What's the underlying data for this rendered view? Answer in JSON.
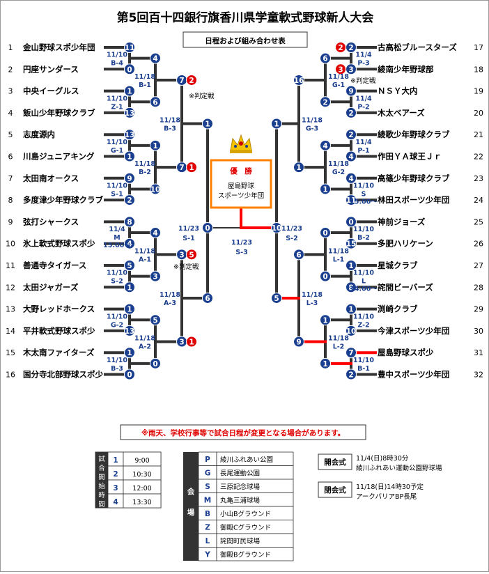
{
  "title": "第5回百十四銀行旗香川県学童軟式野球新人大会",
  "subtitle": "日程および組み合わせ表",
  "left_teams": [
    {
      "no": "1",
      "name": "金山野球スポ少年団"
    },
    {
      "no": "2",
      "name": "円座サンダース"
    },
    {
      "no": "3",
      "name": "中央イーグルス"
    },
    {
      "no": "4",
      "name": "飯山少年野球クラブ"
    },
    {
      "no": "5",
      "name": "志度源内"
    },
    {
      "no": "6",
      "name": "川島ジュニアキング"
    },
    {
      "no": "7",
      "name": "太田南オークス"
    },
    {
      "no": "8",
      "name": "多度津少年野球クラブ"
    },
    {
      "no": "9",
      "name": "弦打シャークス"
    },
    {
      "no": "10",
      "name": "氷上軟式野球スポ少"
    },
    {
      "no": "11",
      "name": "善通寺タイガース"
    },
    {
      "no": "12",
      "name": "太田ジャガーズ"
    },
    {
      "no": "13",
      "name": "大野レッドホークス"
    },
    {
      "no": "14",
      "name": "平井軟式野球スポ少"
    },
    {
      "no": "15",
      "name": "木太南ファイターズ"
    },
    {
      "no": "16",
      "name": "国分寺北部野球スポ少"
    }
  ],
  "right_teams": [
    {
      "no": "17",
      "name": "古高松ブルースターズ"
    },
    {
      "no": "18",
      "name": "綾南少年野球部"
    },
    {
      "no": "19",
      "name": "ＮＳＹ大内"
    },
    {
      "no": "20",
      "name": "木太ベアーズ"
    },
    {
      "no": "21",
      "name": "綾歌少年野球クラブ"
    },
    {
      "no": "22",
      "name": "作田ＹＡ球王Ｊｒ"
    },
    {
      "no": "23",
      "name": "高篠少年野球クラブ"
    },
    {
      "no": "24",
      "name": "林田スポーツ少年団"
    },
    {
      "no": "25",
      "name": "神前ジョーズ"
    },
    {
      "no": "26",
      "name": "多肥ハリケーン"
    },
    {
      "no": "27",
      "name": "星城クラブ"
    },
    {
      "no": "28",
      "name": "詫間ビーバーズ"
    },
    {
      "no": "29",
      "name": "渕崎クラブ"
    },
    {
      "no": "30",
      "name": "今津スポーツ少年団"
    },
    {
      "no": "31",
      "name": "屋島野球スポ少"
    },
    {
      "no": "32",
      "name": "豊中スポーツ少年団"
    }
  ],
  "left_r1_scores": [
    "11",
    "0",
    "1",
    "13",
    "13",
    "1",
    "9",
    "2",
    "8",
    "4",
    "5",
    "1",
    "1",
    "13",
    "1",
    "0"
  ],
  "right_r1_scores": [
    "2",
    "3",
    "9",
    "2",
    "2",
    "4",
    "4",
    "11",
    "0",
    "15",
    "1",
    "8",
    "1",
    "10",
    "7",
    "2"
  ],
  "left_r1_meta": [
    [
      "11/10",
      "B-4"
    ],
    [
      "11/10",
      "Z-1"
    ],
    [
      "11/10",
      "G-1"
    ],
    [
      "11/10",
      "S-1"
    ],
    [
      "11/4",
      "M",
      "15:00～"
    ],
    [
      "11/10",
      "S-2"
    ],
    [
      "11/10",
      "G-2"
    ],
    [
      "11/10",
      "B-3"
    ]
  ],
  "right_r1_meta": [
    [
      "11/4",
      "P-3"
    ],
    [
      "11/4",
      "P-2"
    ],
    [
      "11/4",
      "P-1"
    ],
    [
      "11/10",
      "S",
      "15:00～"
    ],
    [
      "11/10",
      "B-2"
    ],
    [
      "11/10",
      "L",
      "14:00～"
    ],
    [
      "11/10",
      "Z-2"
    ],
    [
      "11/10",
      "B-1"
    ]
  ],
  "left_r2_scores": [
    "4",
    "6",
    "3",
    "4",
    "1",
    "10",
    "2",
    "3",
    "4",
    "3",
    "5",
    "3",
    "5",
    "0",
    "0",
    "2"
  ],
  "right_r2_scores": [
    "6",
    "2",
    "1",
    "6",
    "4",
    "1",
    "6",
    "5",
    "0",
    "0",
    "4",
    "0",
    "1",
    "1",
    "4",
    "5"
  ],
  "left_r2_meta": [
    [
      "11/18",
      "B-1"
    ],
    [
      "11/18",
      "B-2"
    ],
    [
      "11/18",
      "A-1"
    ],
    [
      "11/18",
      "A-2"
    ]
  ],
  "right_r2_meta": [
    [
      "11/18",
      "G-1"
    ],
    [
      "11/18",
      "G-2"
    ],
    [
      "11/18",
      "L-1"
    ],
    [
      "11/18",
      "L-2"
    ]
  ],
  "left_r3": {
    "scores": [
      "7",
      "2",
      "7",
      "1",
      "3",
      "5",
      "3",
      "1"
    ],
    "meta": [
      [
        "11/18",
        "B-3"
      ],
      [
        "11/18",
        "A-3"
      ]
    ]
  },
  "right_r3": {
    "scores": [
      "16",
      "3",
      "1",
      "5",
      "6",
      "0",
      "9",
      "2"
    ],
    "meta": [
      [
        "11/18",
        "G-3"
      ],
      [
        "11/18",
        "L-3"
      ]
    ]
  },
  "judgement_notes": [
    "※判定戦",
    "※判定戦",
    "※判定戦"
  ],
  "semis": {
    "left_top": "1",
    "left_bottom": "6",
    "right_top": "1",
    "right_bottom": "5",
    "left_meta": [
      "11/23",
      "S-1"
    ],
    "right_meta": [
      "11/23",
      "S-2"
    ]
  },
  "final": {
    "left": "0",
    "right": "10",
    "date": "11/23",
    "venue": "S-3"
  },
  "champion": {
    "label": "優　勝",
    "team_line1": "屋島野球",
    "team_line2": "スポーツ少年団"
  },
  "notice": "※雨天、学校行事等で試合日程が変更となる場合があります。",
  "times_header": "試合開始時間",
  "times": [
    {
      "no": "1",
      "time": "9:00"
    },
    {
      "no": "2",
      "time": "10:30"
    },
    {
      "no": "3",
      "time": "12:00"
    },
    {
      "no": "4",
      "time": "13:30"
    }
  ],
  "venue_header": "会場",
  "venues": [
    {
      "code": "P",
      "name": "綾川ふれあい公園"
    },
    {
      "code": "G",
      "name": "長尾運動公園"
    },
    {
      "code": "S",
      "name": "三原記念球場"
    },
    {
      "code": "M",
      "name": "丸亀三浦球場"
    },
    {
      "code": "B",
      "name": "小山Bグラウンド"
    },
    {
      "code": "Z",
      "name": "御殿Cグラウンド"
    },
    {
      "code": "L",
      "name": "詫間町民球場"
    },
    {
      "code": "Y",
      "name": "御殿Bグラウンド"
    }
  ],
  "opening": {
    "label": "開会式",
    "line1": "11/4(日)8時30分",
    "line2": "綾川ふれあい運動公園野球場"
  },
  "closing": {
    "label": "閉会式",
    "line1": "11/18(日)14時30予定",
    "line2": "アークバリアBP長尾"
  },
  "colors": {
    "line": "#333333",
    "winner": "#ff0000",
    "circle": "#1b3f8f",
    "red_circle": "#e00000",
    "orange": "#ff7f00",
    "navy": "#1b3f8f"
  }
}
